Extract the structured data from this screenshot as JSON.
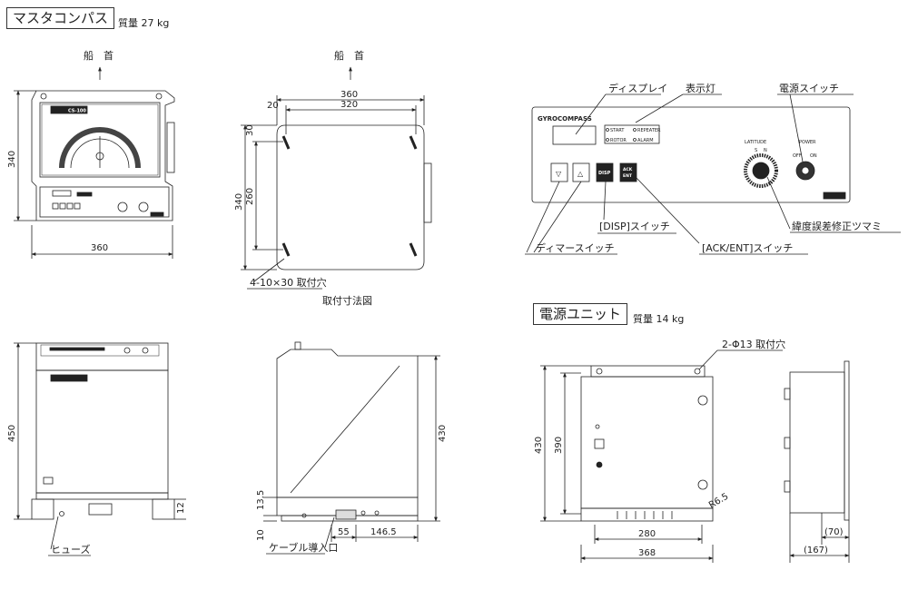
{
  "master": {
    "label": "マスタコンパス",
    "weight": "質量 27 kg",
    "bow": "船　首",
    "front": {
      "width": "360",
      "height": "340",
      "model_tag": "CS-100"
    },
    "mount": {
      "w_outer": "360",
      "w_inner": "320",
      "offset": "20",
      "h_outer": "340",
      "h_inner": "260",
      "h_top": "30",
      "holes": "4-10×30 取付穴",
      "caption": "取付寸法図"
    },
    "side": {
      "height": "450",
      "foot": "12",
      "fuse": "ヒューズ"
    },
    "profile": {
      "height": "430",
      "h1": "13.5",
      "h2": "10",
      "d1": "55",
      "d2": "146.5",
      "cable": "ケーブル導入口"
    }
  },
  "panel": {
    "brand": "GYROCOMPASS",
    "lamps": [
      "START",
      "REPEATER",
      "ROTOR",
      "ALARM"
    ],
    "latitude": "LATITUDE",
    "power": "POWER",
    "off": "OFF",
    "on": "ON",
    "north": "N",
    "south": "S",
    "disp_key": "DISP",
    "ack_key": "ACK",
    "ent_key": "ENT",
    "callouts": {
      "display": "ディスプレイ",
      "indicator": "表示灯",
      "power_sw": "電源スイッチ",
      "disp_sw": "[DISP]スイッチ",
      "dimmer_sw": "ディマースイッチ",
      "ack_sw": "[ACK/ENT]スイッチ",
      "lat_knob": "緯度誤差修正ツマミ"
    }
  },
  "power_unit": {
    "label": "電源ユニット",
    "weight": "質量 14 kg",
    "holes": "2-Φ13 取付穴",
    "h_outer": "430",
    "h_inner": "390",
    "radius": "R6.5",
    "w_inner": "280",
    "w_outer": "368",
    "side_d1": "(70)",
    "side_d2": "(167)"
  }
}
